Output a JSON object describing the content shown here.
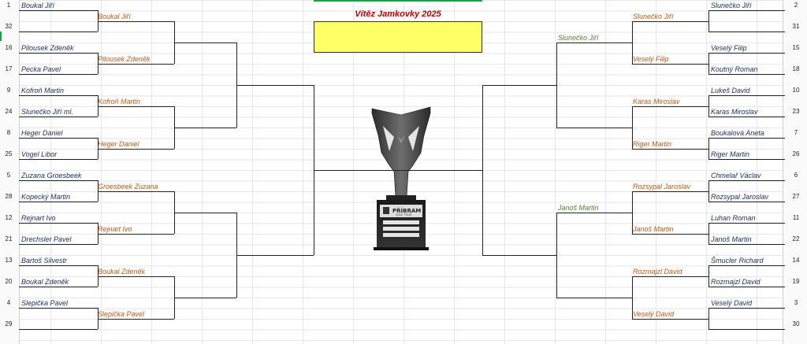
{
  "title": "Vítěz Jamkovky 2025",
  "trophy": {
    "plate_brand": "PŘÍBRAM",
    "plate_sub": "GOLF TOUR"
  },
  "left": {
    "r1": [
      {
        "seed": "1",
        "name": "Boukal Jiří"
      },
      {
        "seed": "32",
        "name": ""
      },
      {
        "seed": "16",
        "name": "Pilousek Zdeněk"
      },
      {
        "seed": "17",
        "name": "Pecka Pavel"
      },
      {
        "seed": "9",
        "name": "Kofroň Martin"
      },
      {
        "seed": "24",
        "name": "Slunečko Jiří ml."
      },
      {
        "seed": "8",
        "name": "Heger Daniel"
      },
      {
        "seed": "25",
        "name": "Vogel Libor"
      },
      {
        "seed": "5",
        "name": "Zuzana Groesbeek"
      },
      {
        "seed": "28",
        "name": "Kopecký Martin"
      },
      {
        "seed": "12",
        "name": "Rejnart Ivo"
      },
      {
        "seed": "21",
        "name": "Drechsler Pavel"
      },
      {
        "seed": "13",
        "name": "Bartoš Silvestr"
      },
      {
        "seed": "20",
        "name": "Boukal Zdeněk"
      },
      {
        "seed": "4",
        "name": "Slepička Pavel"
      },
      {
        "seed": "29",
        "name": ""
      }
    ],
    "r2": [
      "Boukal Jiří",
      "Pilousek Zdeněk",
      "Kofroň Martin",
      "Heger Daniel",
      "Groesbeek Zuzana",
      "Rejnart Ivo",
      "Boukal Zdeněk",
      "Slepička Pavel"
    ]
  },
  "right": {
    "r1": [
      {
        "seed": "2",
        "name": "Slunečko Jiří"
      },
      {
        "seed": "31",
        "name": ""
      },
      {
        "seed": "15",
        "name": "Veselý Filip"
      },
      {
        "seed": "18",
        "name": "Koutný Roman"
      },
      {
        "seed": "10",
        "name": "Lukeš David"
      },
      {
        "seed": "23",
        "name": "Karas Miroslav"
      },
      {
        "seed": "7",
        "name": "Boukalová Aneta"
      },
      {
        "seed": "26",
        "name": "Riger Martin"
      },
      {
        "seed": "6",
        "name": "Chmelař Václav"
      },
      {
        "seed": "27",
        "name": "Rozsypal Jaroslav"
      },
      {
        "seed": "11",
        "name": "Luhan Roman"
      },
      {
        "seed": "22",
        "name": "Janoš Martin"
      },
      {
        "seed": "14",
        "name": "Šmucler Richard"
      },
      {
        "seed": "19",
        "name": "Rozmajzl David"
      },
      {
        "seed": "3",
        "name": "Veselý David"
      },
      {
        "seed": "30",
        "name": ""
      }
    ],
    "r2": [
      "Slunečko Jiří",
      "Veselý Filip",
      "Karas Miroslav",
      "Riger Martin",
      "Rozsypal Jaroslav",
      "Janoš Martin",
      "Rozmajzl David",
      "Veselý David"
    ],
    "r4": [
      "Slunečko Jiří",
      "Janoš Martin"
    ]
  },
  "colors": {
    "name": "#1f2f6b",
    "round2": "#c55a11",
    "round4": "#548235",
    "title": "#c00000",
    "winner_box": "#ffff66"
  }
}
